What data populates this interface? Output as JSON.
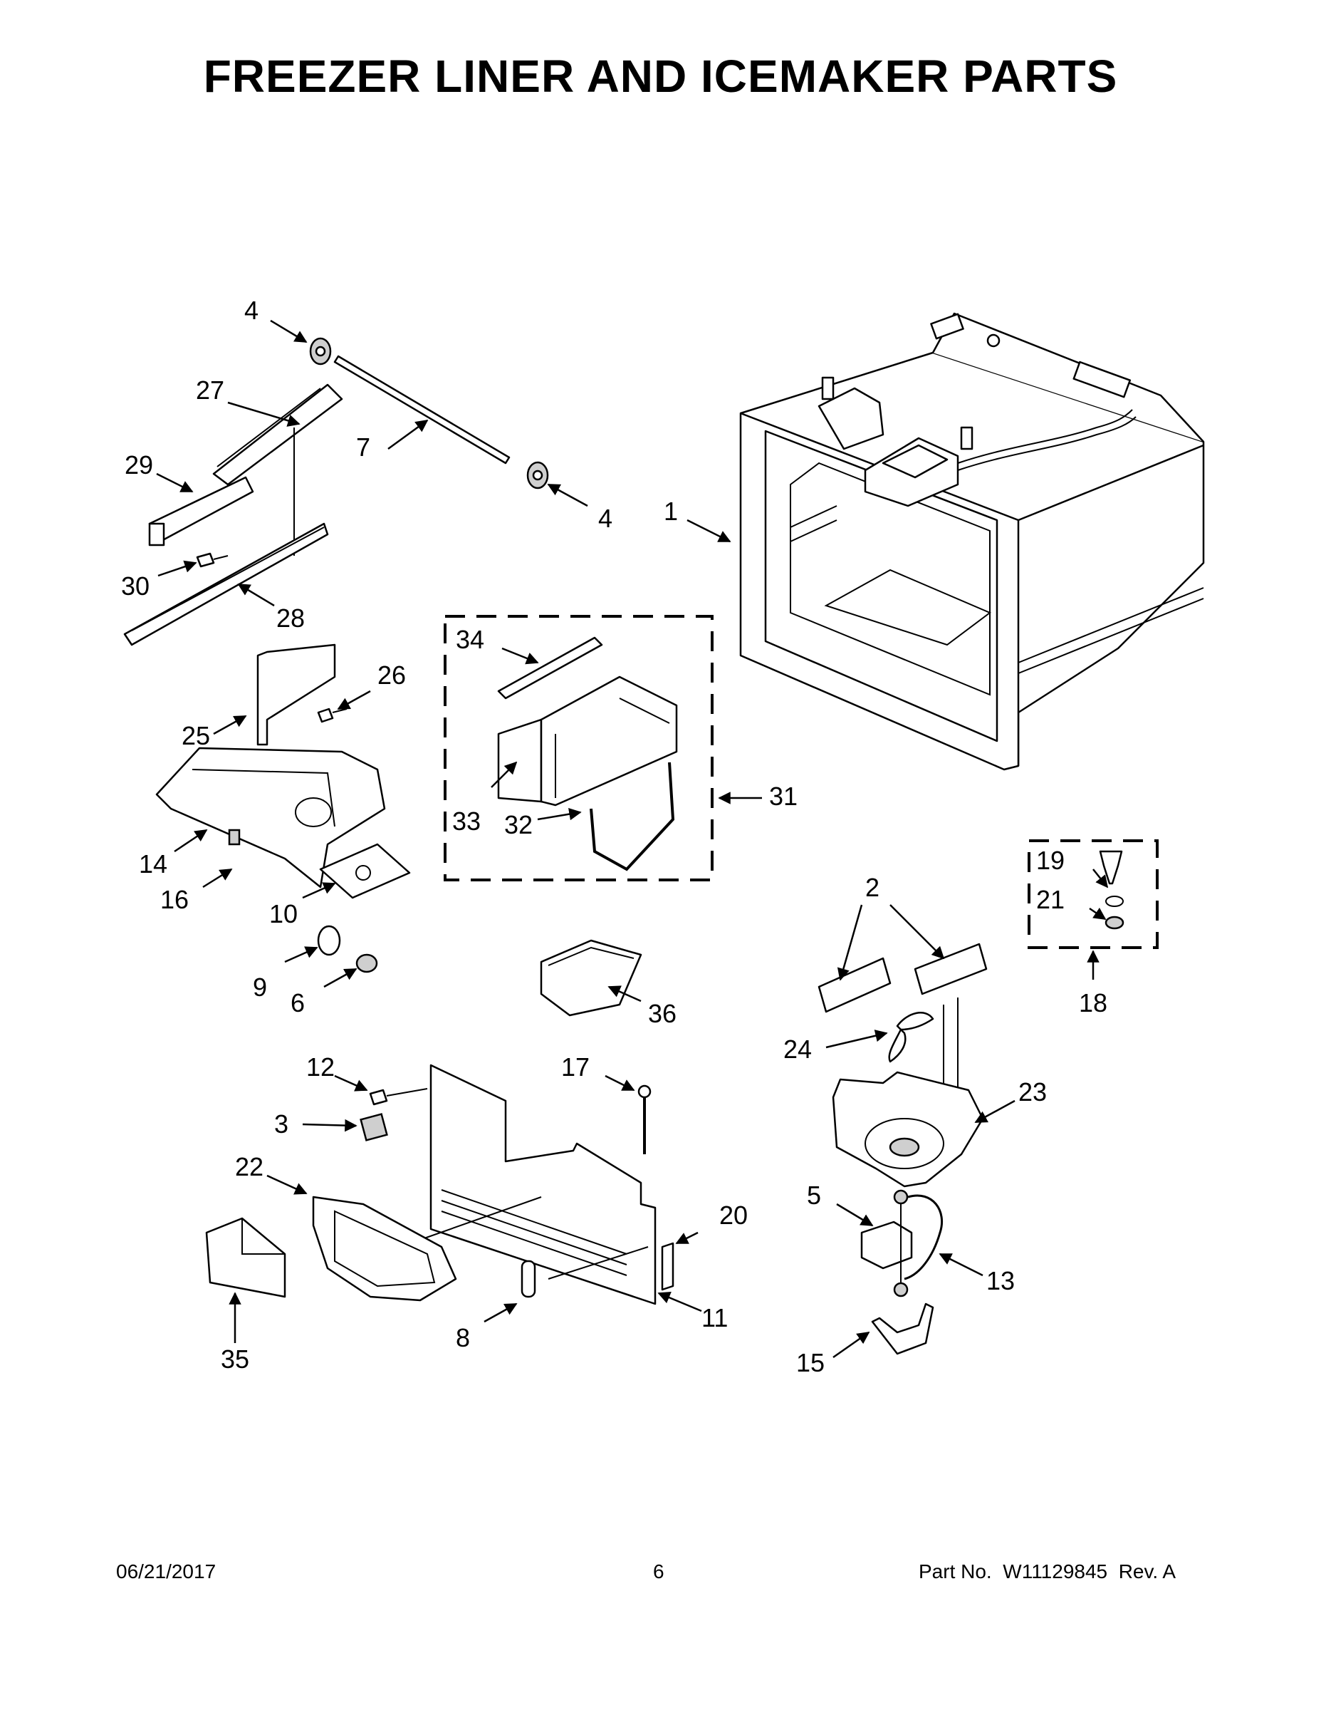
{
  "page": {
    "title": "FREEZER LINER AND ICEMAKER PARTS",
    "footer": {
      "date": "06/21/2017",
      "page_number": "6",
      "part_label": "Part No.",
      "part_number": "W11129845",
      "rev_label": "Rev.",
      "rev": "A"
    }
  },
  "callouts": {
    "c1": "1",
    "c2": "2",
    "c3": "3",
    "c4a": "4",
    "c4b": "4",
    "c5": "5",
    "c6": "6",
    "c7": "7",
    "c8": "8",
    "c9": "9",
    "c10": "10",
    "c11": "11",
    "c12": "12",
    "c13": "13",
    "c14": "14",
    "c15": "15",
    "c16": "16",
    "c17": "17",
    "c18": "18",
    "c19": "19",
    "c20": "20",
    "c21": "21",
    "c22": "22",
    "c23": "23",
    "c24": "24",
    "c25": "25",
    "c26": "26",
    "c27": "27",
    "c28": "28",
    "c29": "29",
    "c30": "30",
    "c31": "31",
    "c32": "32",
    "c33": "33",
    "c34": "34",
    "c35": "35",
    "c36": "36"
  },
  "colors": {
    "ink": "#000000",
    "paper": "#ffffff",
    "shade": "#cfcfcf"
  }
}
